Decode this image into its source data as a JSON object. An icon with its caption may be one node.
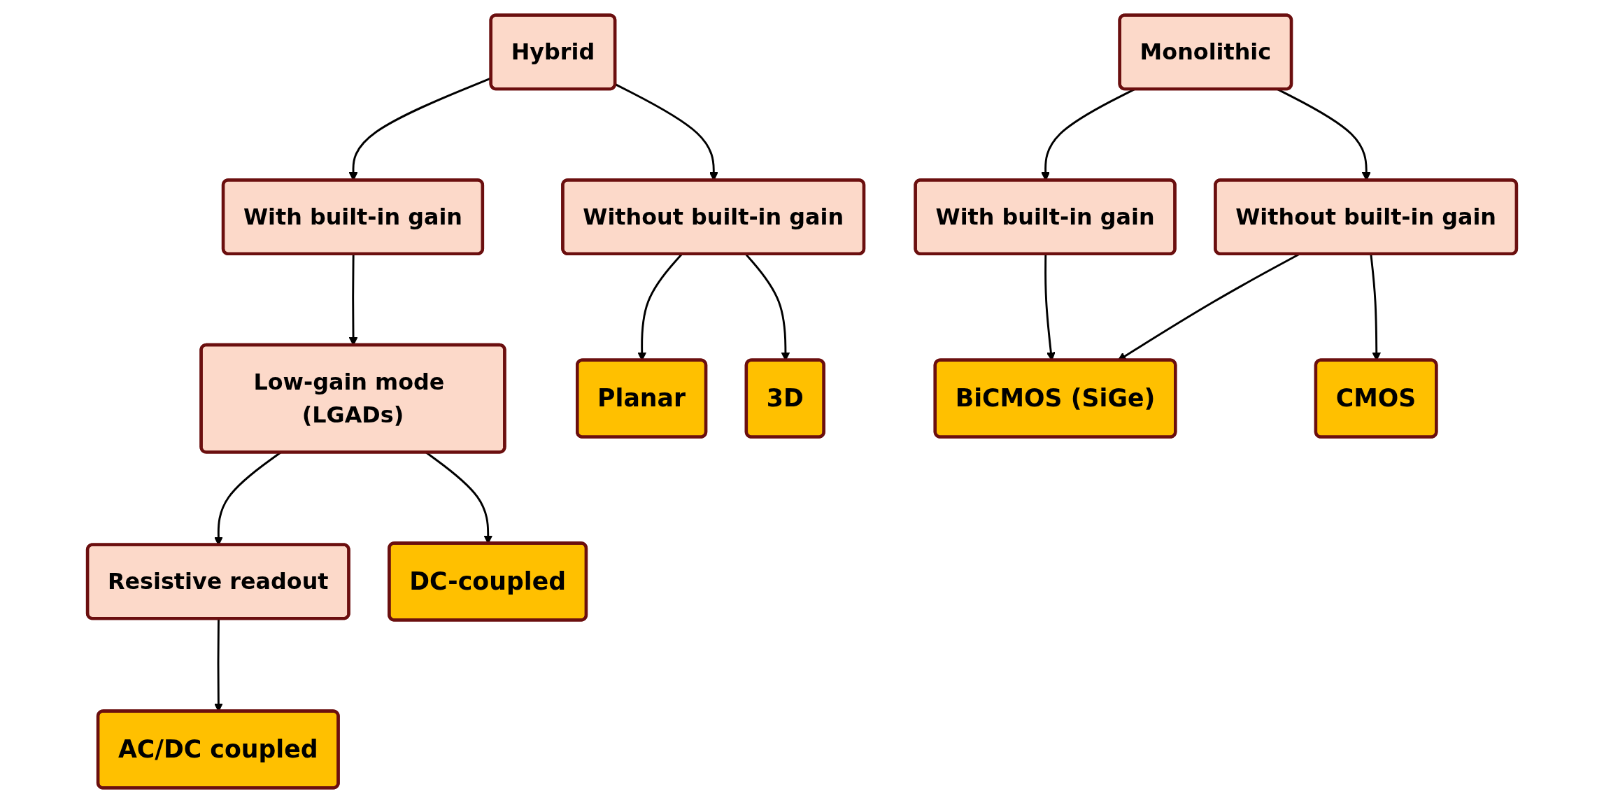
{
  "diagram": {
    "nodes": [
      {
        "text": [
          "Hybrid"
        ]
      },
      {
        "text": [
          "Monolithic"
        ]
      },
      {
        "text": [
          "With built-in gain"
        ]
      },
      {
        "text": [
          "Without built-in gain"
        ]
      },
      {
        "text": [
          "With built-in gain"
        ]
      },
      {
        "text": [
          "Without built-in gain"
        ]
      },
      {
        "text": [
          "Low-gain mode (LGADs)"
        ]
      },
      {
        "text": [
          "Resistive readout"
        ]
      },
      {
        "text": [
          "DC-coupled"
        ]
      },
      {
        "text": [
          "AC/DC coupled"
        ]
      },
      {
        "text": [
          "Planar"
        ]
      },
      {
        "text": [
          "3D"
        ]
      },
      {
        "text": [
          "BiCMOS (SiGe)"
        ]
      },
      {
        "text": [
          "CMOS"
        ]
      }
    ],
    "edges": [
      {
        "from": 0,
        "to": 2,
        "arrow": "to"
      },
      {
        "from": 0,
        "to": 3,
        "arrow": "to"
      },
      {
        "from": 1,
        "to": 4,
        "arrow": "to"
      },
      {
        "from": 1,
        "to": 5,
        "arrow": "to"
      },
      {
        "from": 2,
        "to": 6,
        "arrow": "to"
      },
      {
        "from": 6,
        "to": 7,
        "arrow": "to"
      },
      {
        "from": 6,
        "to": 8,
        "arrow": "to"
      },
      {
        "from": 7,
        "to": 9,
        "arrow": "to"
      },
      {
        "from": 3,
        "to": 10,
        "arrow": "to"
      },
      {
        "from": 3,
        "to": 11,
        "arrow": "to"
      },
      {
        "from": 4,
        "to": 12,
        "arrow": "to"
      },
      {
        "from": 5,
        "to": 12,
        "arrow": "to"
      },
      {
        "from": 5,
        "to": 13,
        "arrow": "to"
      }
    ]
  }
}
